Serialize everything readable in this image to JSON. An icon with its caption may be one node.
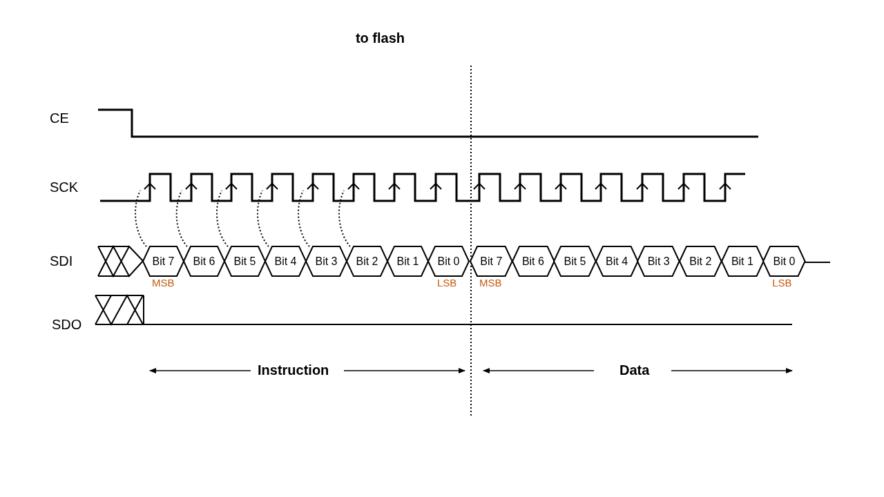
{
  "diagram": {
    "title": "to flash",
    "nodes": [
      {
        "text": [
          "Bit 7"
        ],
        "beside": [
          "MSB"
        ]
      },
      {
        "text": [
          "Bit 6"
        ]
      },
      {
        "text": [
          "Bit 5"
        ]
      },
      {
        "text": [
          "Bit 4"
        ]
      },
      {
        "text": [
          "Bit 3"
        ]
      },
      {
        "text": [
          "Bit 2"
        ]
      },
      {
        "text": [
          "Bit 1"
        ]
      },
      {
        "text": [
          "Bit 0"
        ],
        "beside": [
          "LSB"
        ]
      },
      {
        "text": [
          "Bit 7"
        ],
        "beside": [
          "MSB"
        ]
      },
      {
        "text": [
          "Bit 6"
        ]
      },
      {
        "text": [
          "Bit 5"
        ]
      },
      {
        "text": [
          "Bit 4"
        ]
      },
      {
        "text": [
          "Bit 3"
        ]
      },
      {
        "text": [
          "Bit 2"
        ]
      },
      {
        "text": [
          "Bit 1"
        ]
      },
      {
        "text": [
          "Bit 0"
        ],
        "beside": [
          "LSB"
        ]
      }
    ],
    "edges": [
      {
        "from": 0,
        "to": null,
        "arrow": "none",
        "style": "dashed"
      },
      {
        "from": 1,
        "to": null,
        "arrow": "none",
        "style": "dashed"
      },
      {
        "from": 2,
        "to": null,
        "arrow": "none",
        "style": "dashed"
      },
      {
        "from": 3,
        "to": null,
        "arrow": "none",
        "style": "dashed"
      },
      {
        "from": 4,
        "to": null,
        "arrow": "none",
        "style": "dashed"
      },
      {
        "from": 5,
        "to": null,
        "arrow": "none",
        "style": "dashed"
      }
    ],
    "labels": [
      "CE",
      "SCK",
      "SDI",
      "SDO",
      "Instruction",
      "Data"
    ]
  }
}
